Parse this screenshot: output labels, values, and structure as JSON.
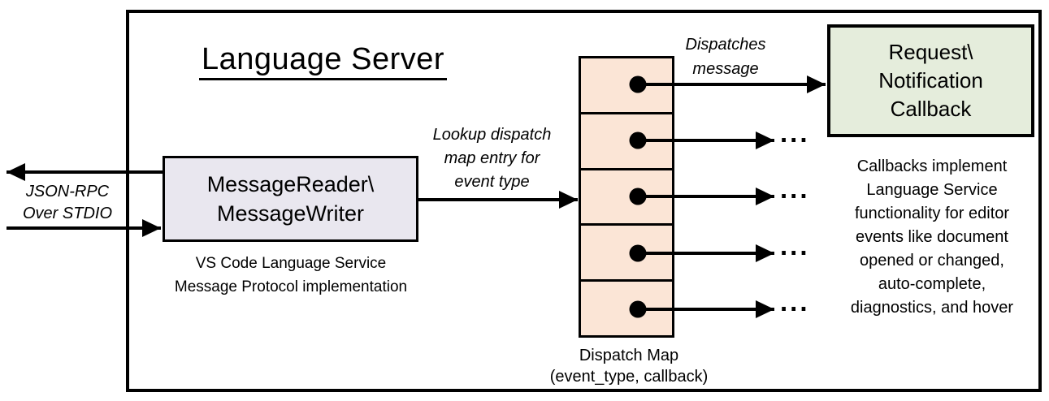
{
  "diagram": {
    "title": "Language Server",
    "stdio_label": {
      "line1": "JSON-RPC",
      "line2": "Over STDIO"
    },
    "reader_box": {
      "line1": "MessageReader\\",
      "line2": "MessageWriter"
    },
    "reader_caption": {
      "line1": "VS Code Language Service",
      "line2": "Message Protocol implementation"
    },
    "lookup_label": {
      "line1": "Lookup dispatch",
      "line2": "map entry for",
      "line3": "event type"
    },
    "dispatches_label": {
      "line1": "Dispatches",
      "line2": "message"
    },
    "dispatch_map": {
      "row_count": 5,
      "caption_line1": "Dispatch Map",
      "caption_line2": "(event_type, callback)"
    },
    "callback_box": {
      "line1": "Request\\",
      "line2": "Notification",
      "line3": "Callback"
    },
    "callbacks_note": {
      "line1": "Callbacks implement",
      "line2": "Language Service",
      "line3": "functionality for editor",
      "line4": "events like document",
      "line5": "opened or changed,",
      "line6": "auto-complete,",
      "line7": "diagnostics, and hover"
    },
    "ellipsis": "...",
    "colors": {
      "reader_fill": "#E9E7EF",
      "dispatch_fill": "#FBE5D6",
      "callback_fill": "#E5EDDC",
      "stroke": "#000000"
    }
  }
}
